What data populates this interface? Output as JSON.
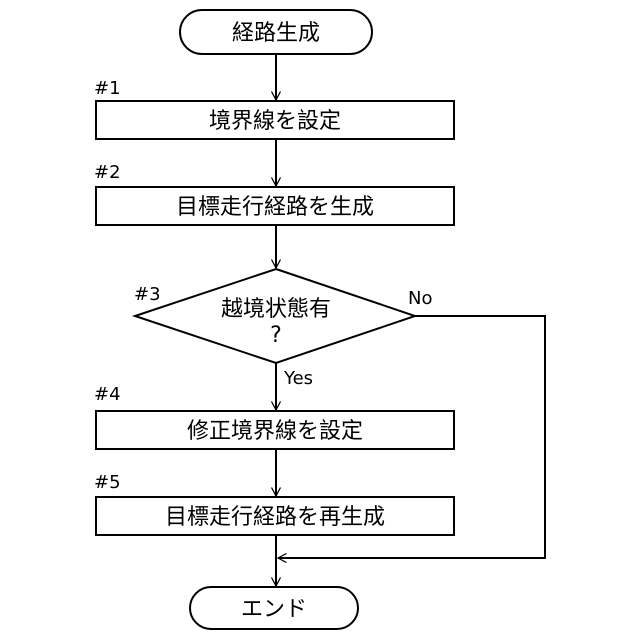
{
  "flowchart": {
    "start_label": "経路生成",
    "end_label": "エンド",
    "steps": [
      {
        "number": "#1",
        "label": "境界線を設定"
      },
      {
        "number": "#2",
        "label": "目標走行経路を生成"
      },
      {
        "number": "#3",
        "label": "越境状態有",
        "label_line2": "?"
      },
      {
        "number": "#4",
        "label": "修正境界線を設定"
      },
      {
        "number": "#5",
        "label": "目標走行経路を再生成"
      }
    ],
    "branch_yes": "Yes",
    "branch_no": "No"
  }
}
